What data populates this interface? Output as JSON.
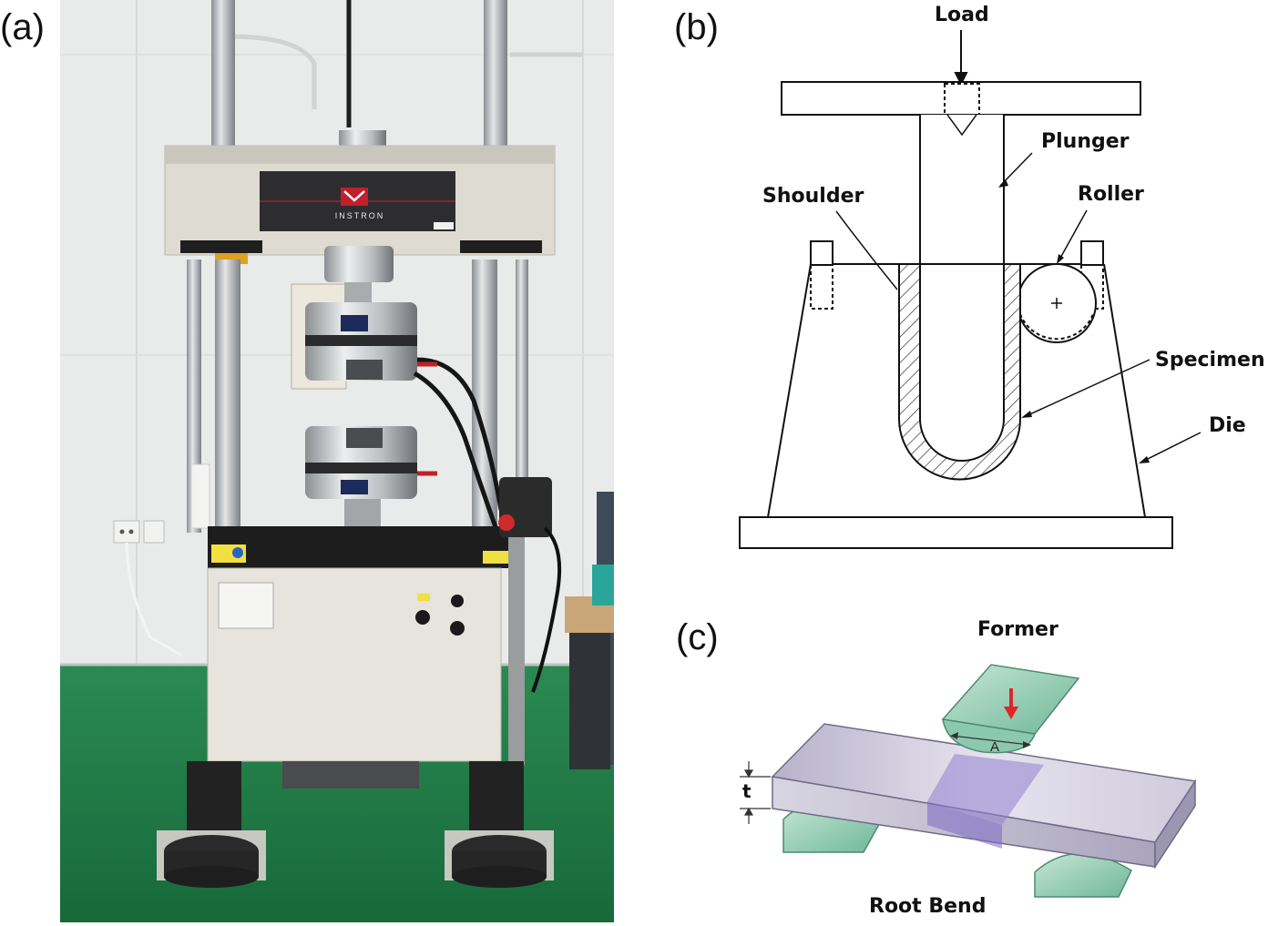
{
  "panels": {
    "a": {
      "label": "(a)",
      "machine_brand": "INSTRON"
    },
    "b": {
      "label": "(b)",
      "annotations": {
        "load": "Load",
        "plunger": "Plunger",
        "shoulder": "Shoulder",
        "roller": "Roller",
        "specimen": "Specimen",
        "die": "Die"
      }
    },
    "c": {
      "label": "(c)",
      "annotations": {
        "former": "Former",
        "root_bend": "Root Bend",
        "thickness": "t",
        "former_dim": "A"
      }
    }
  },
  "colors": {
    "floor_green": "#1f7a45",
    "wall": "#e9ecea",
    "machine_body": "#d9d6cc",
    "frame_dark": "#222222",
    "brand_red": "#c0202a",
    "former_green": "#9fd3bd",
    "specimen_violet": "#c7c3d8",
    "bend_zone": "#8f7fd0",
    "arrow_red": "#e0262b"
  }
}
